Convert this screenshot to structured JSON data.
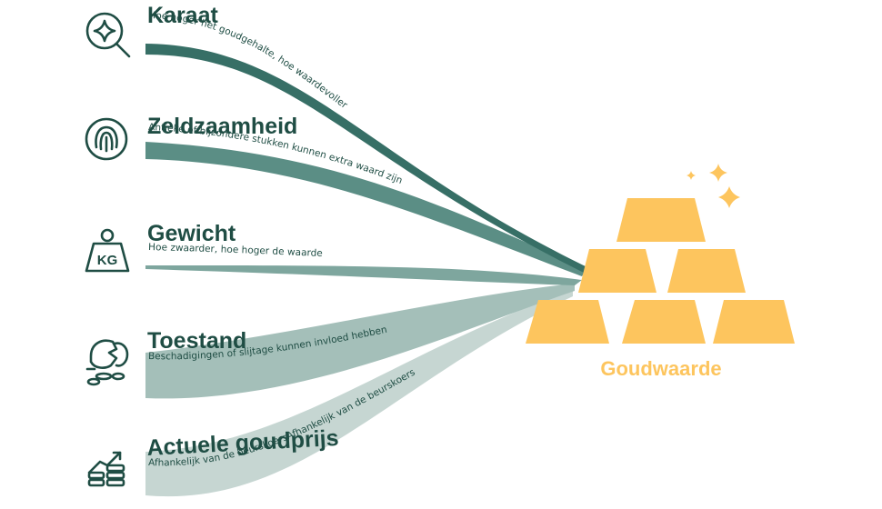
{
  "factors": [
    {
      "title": "Karaat",
      "description": "Hoe hoger het goudgehalte, hoe waardevoller",
      "icon": "magnifier-sparkle-icon",
      "color": "#376f66"
    },
    {
      "title": "Zeldzaamheid",
      "description": "Antieke of bijzondere stukken kunnen extra waard zijn",
      "icon": "fingerprint-icon",
      "color": "#5b8e85"
    },
    {
      "title": "Gewicht",
      "description": "Hoe zwaarder, hoe hoger de waarde",
      "icon": "kg-weight-icon",
      "icon_text": "KG",
      "color": "#7ea69e"
    },
    {
      "title": "Toestand",
      "description": "Beschadigingen of slijtage kunnen invloed hebben",
      "icon": "broken-piggy-bank-icon",
      "color": "#a4bfb9"
    },
    {
      "title": "Actuele goudprijs",
      "description": "Afhankelijk van de beurskoersAfhankelijk van de beurskoers",
      "icon": "coin-stack-chart-icon",
      "color": "#c6d6d2"
    }
  ],
  "target": {
    "label": "Goudwaarde",
    "icon": "gold-bars-icon",
    "color": "#fdc55e",
    "sparkle_icon": "sparkle-icon"
  }
}
